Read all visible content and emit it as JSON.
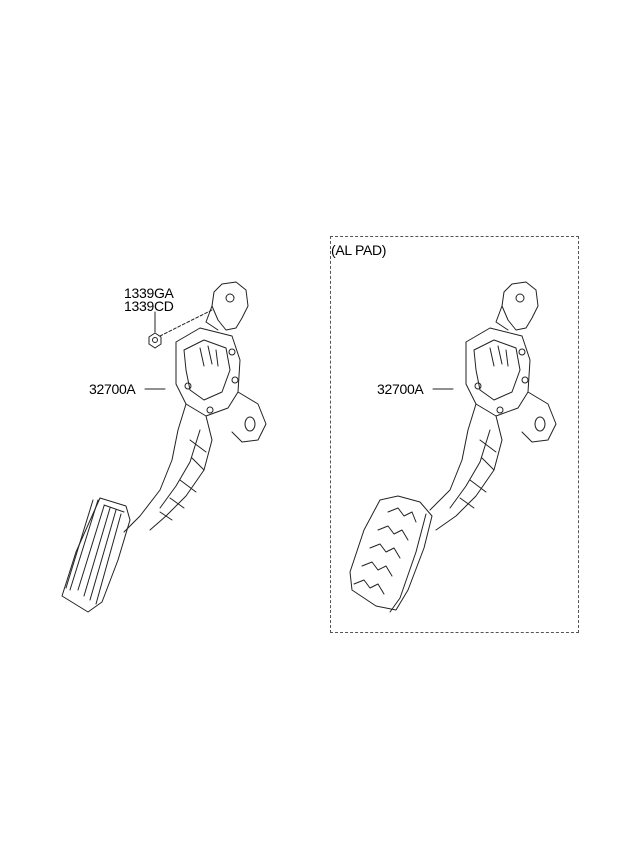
{
  "diagram": {
    "left_assembly": {
      "part_numbers": [
        "1339GA",
        "1339CD"
      ],
      "main_part": "32700A"
    },
    "right_assembly": {
      "variant_label": "(AL PAD)",
      "main_part": "32700A"
    }
  }
}
